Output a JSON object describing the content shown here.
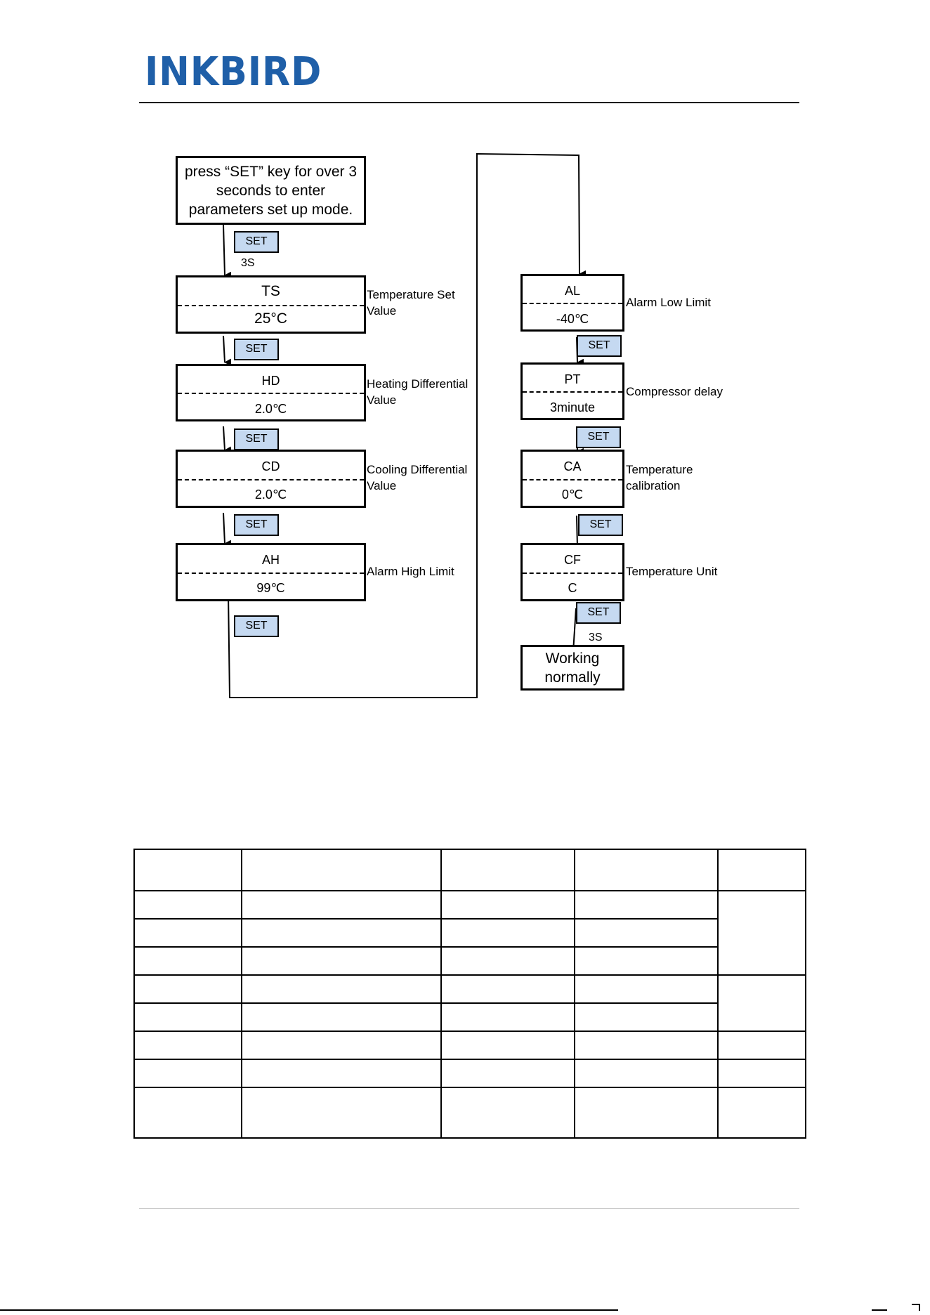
{
  "header": {
    "brand": "INKBIRD"
  },
  "flowchart": {
    "start_box": "press “SET” key for over 3 seconds to enter parameters set up mode.",
    "set_label": "SET",
    "hold_3s": "3S",
    "left_column": [
      {
        "code": "TS",
        "value": "25°C",
        "description": "Temperature Set Value"
      },
      {
        "code": "HD",
        "value": "2.0℃",
        "description": "Heating Differential Value"
      },
      {
        "code": "CD",
        "value": "2.0℃",
        "description": "Cooling Differential Value"
      },
      {
        "code": "AH",
        "value": "99℃",
        "description": "Alarm High Limit"
      }
    ],
    "right_column": [
      {
        "code": "AL",
        "value": "-40℃",
        "description": "Alarm Low Limit"
      },
      {
        "code": "PT",
        "value": "3minute",
        "description": "Compressor delay"
      },
      {
        "code": "CA",
        "value": "0℃",
        "description": "Temperature calibration"
      },
      {
        "code": "CF",
        "value": "C",
        "description": "Temperature Unit"
      }
    ],
    "end_box": "Working normally"
  }
}
